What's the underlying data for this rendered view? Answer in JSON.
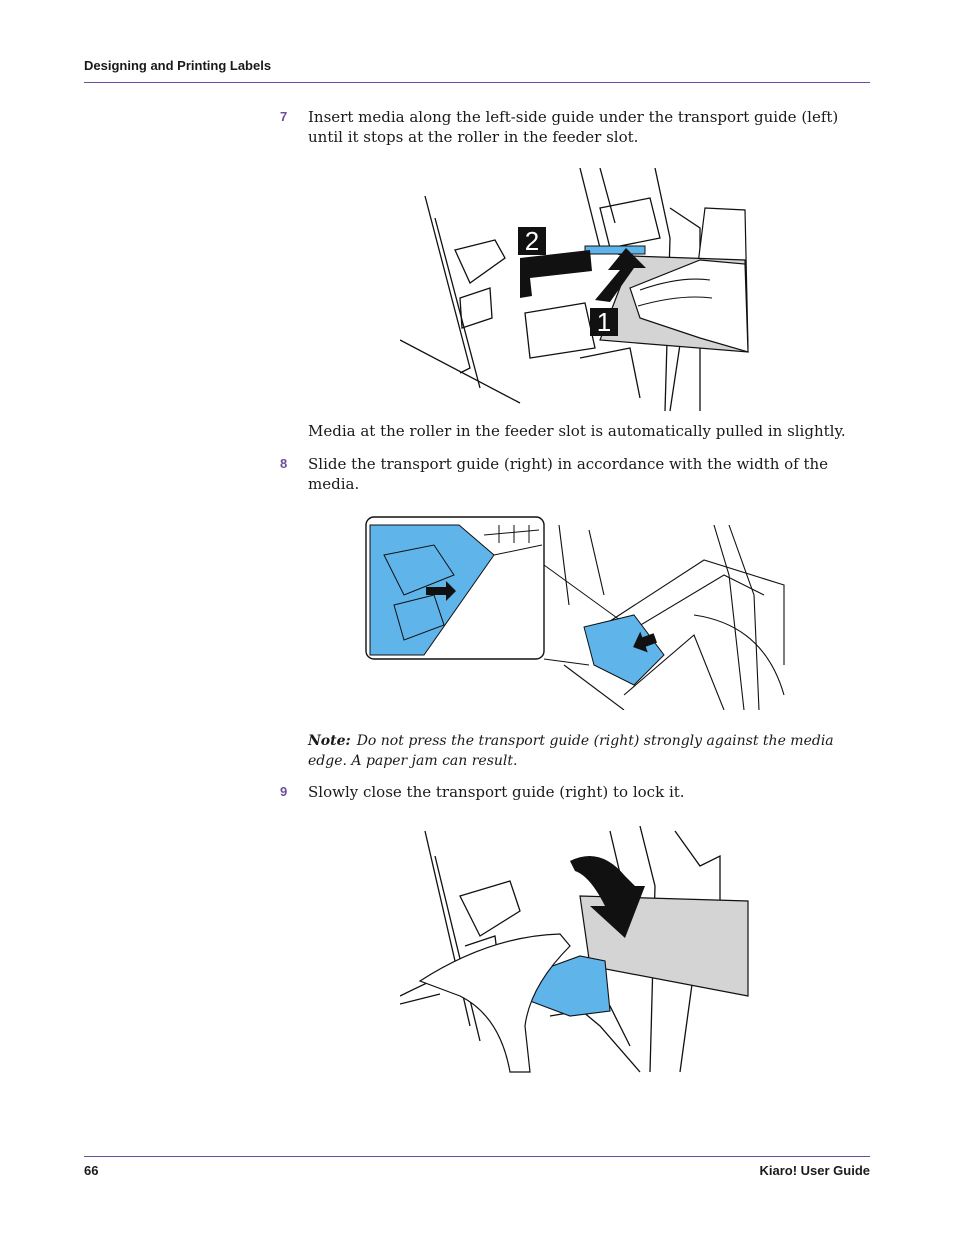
{
  "header": {
    "title": "Designing and Printing Labels"
  },
  "steps": [
    {
      "num": "7",
      "text": "Insert media along the left-side guide under the transport guide (left) until it stops at the roller in the feeder slot."
    },
    {
      "num": "8",
      "text": "Slide the transport guide (right) in accordance with the width of the media."
    },
    {
      "num": "9",
      "text": "Slowly close the transport guide (right) to lock it."
    }
  ],
  "after_step7": "Media at the roller in the feeder slot is automatically pulled in slightly.",
  "note": {
    "label": "Note:",
    "text": "Do not press the transport guide (right) strongly against the media edge. A paper jam can result."
  },
  "figure1": {
    "callout_1": "1",
    "callout_2": "2"
  },
  "colors": {
    "accent": "#6b4f9e",
    "guide_blue": "#5fb4ea"
  },
  "footer": {
    "page_number": "66",
    "guide_title": "Kiaro! User Guide"
  }
}
